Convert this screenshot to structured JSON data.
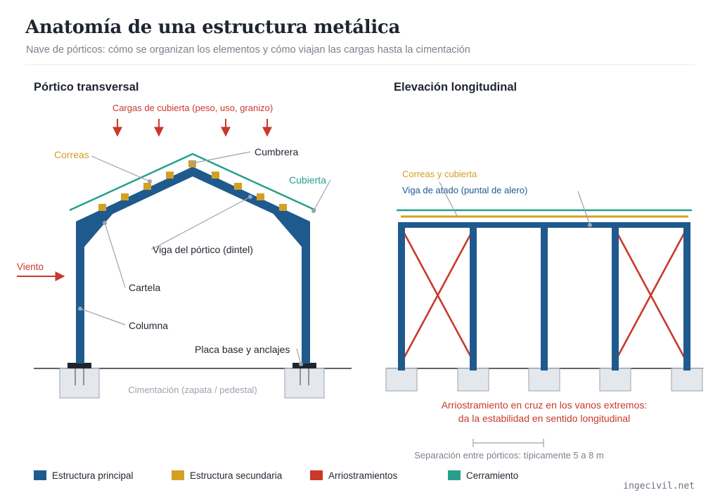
{
  "header": {
    "title": "Anatomía de una estructura metálica",
    "subtitle": "Nave de pórticos: cómo se organizan los elementos y cómo viajan las cargas hasta la cimentación"
  },
  "left_panel": {
    "heading": "Pórtico transversal",
    "loads_label": "Cargas de cubierta (peso, uso, granizo)",
    "labels": {
      "correas": "Correas",
      "cumbrera": "Cumbrera",
      "cubierta": "Cubierta",
      "viga": "Viga del pórtico (dintel)",
      "viento": "Viento",
      "cartela": "Cartela",
      "columna": "Columna",
      "placa": "Placa base y anclajes",
      "cimentacion": "Cimentación (zapata / pedestal)"
    }
  },
  "right_panel": {
    "heading": "Elevación longitudinal",
    "labels": {
      "correas_cubierta": "Correas y cubierta",
      "viga_atado": "Viga de atado (puntal de alero)"
    },
    "bracing_note_1": "Arriostramiento en cruz en los vanos extremos:",
    "bracing_note_2": "da la estabilidad en sentido longitudinal",
    "spacing_label": "Separación entre pórticos: típicamente 5 a 8 m"
  },
  "legend": [
    {
      "label": "Estructura principal",
      "color": "#1f5a8e"
    },
    {
      "label": "Estructura secundaria",
      "color": "#d4a024"
    },
    {
      "label": "Arriostramientos",
      "color": "#c8392b"
    },
    {
      "label": "Cerramiento",
      "color": "#26a08c"
    }
  ],
  "footer": {
    "credit": "ingecivil.net"
  },
  "colors": {
    "main": "#1f5a8e",
    "secondary": "#d4a024",
    "bracing": "#c8392b",
    "cladding": "#26a08c",
    "foundation_fill": "#e4e8ec",
    "foundation_stroke": "#9aa3ad",
    "ink": "#1f2530",
    "muted": "#7a828d"
  }
}
